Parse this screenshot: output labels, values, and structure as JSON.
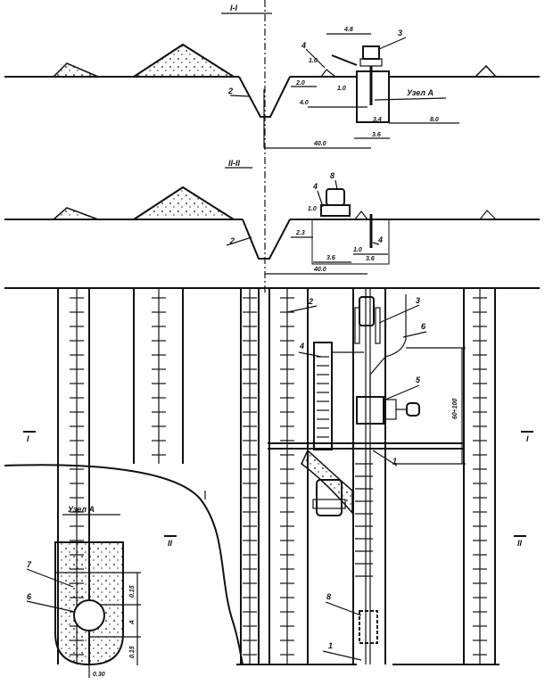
{
  "section_1": {
    "title": "I-I",
    "labels": {
      "trench": "2",
      "pipe": "4",
      "machine": "3",
      "node_ref": "Узел А"
    },
    "dims": {
      "d48": "4.8",
      "d10a": "1.0",
      "d20": "2.0",
      "d10b": "1.0",
      "d40v": "4.0",
      "d34": "3.4",
      "d36": "3.6",
      "d80": "8.0",
      "d400": "40.0"
    }
  },
  "section_2": {
    "title": "II-II",
    "labels": {
      "trench": "2",
      "machine": "8",
      "pipe_left": "4",
      "pipe_right": "4"
    },
    "dims": {
      "d10": "1.0",
      "d23": "2.3",
      "d36a": "3.6",
      "d10b": "1.0",
      "d36b": "3.6",
      "d400": "40.0"
    }
  },
  "plan": {
    "labels": {
      "l2": "2",
      "l3": "3",
      "l6": "6",
      "l4": "4",
      "l5": "5",
      "l1": "1",
      "l8": "8",
      "l1b": "1"
    },
    "dim_vertical": "60÷100",
    "section_marks": {
      "left_1": "I",
      "right_1": "I",
      "left_2": "II",
      "right_2": "II"
    }
  },
  "node_a": {
    "title": "Узел А",
    "labels": {
      "concrete": "7",
      "pipe": "6"
    },
    "dims": {
      "d1": "0.15",
      "d2": "A",
      "d3": "0.15",
      "d4": "0.30"
    }
  }
}
